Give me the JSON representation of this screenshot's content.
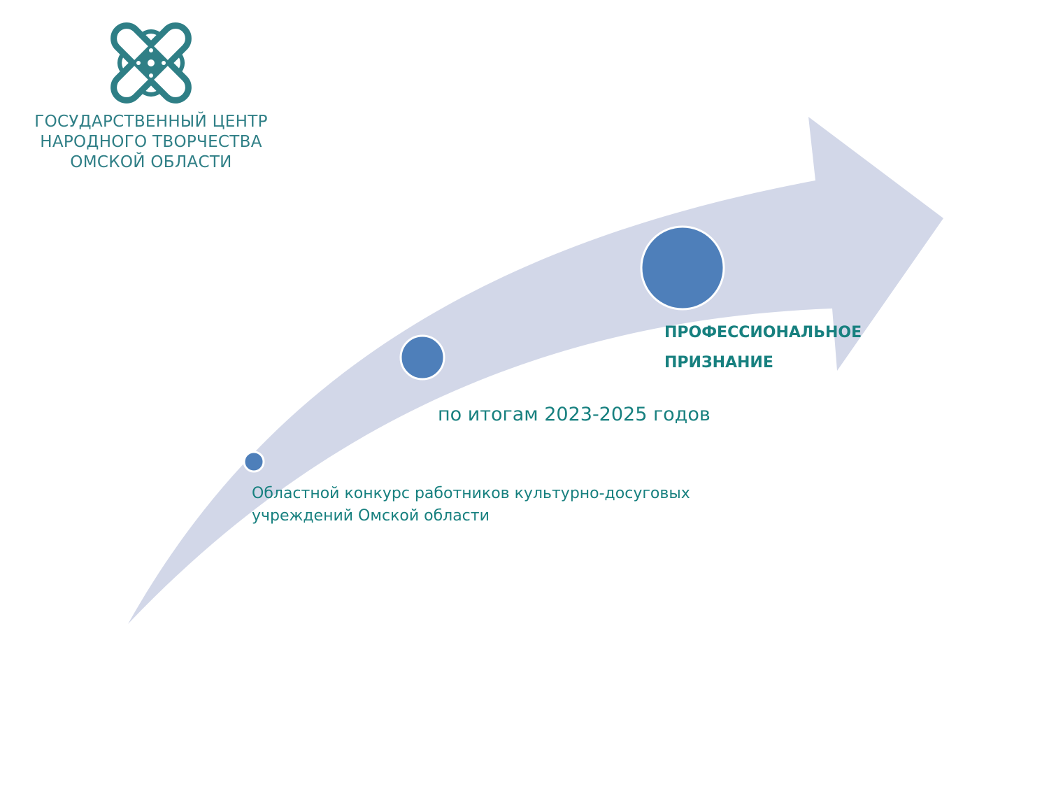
{
  "logo": {
    "emblem_icon": "knot-ornament-icon",
    "color": "#2f7f86",
    "lines": [
      "ГОСУДАРСТВЕННЫЙ ЦЕНТР",
      "НАРОДНОГО ТВОРЧЕСТВА",
      "ОМСКОЙ ОБЛАСТИ"
    ]
  },
  "arrow": {
    "fill_color": "#d2d7e8",
    "marker_color": "#4e7fba"
  },
  "steps": {
    "step1": {
      "lines": [
        "Областной конкурс работников культурно-досуговых",
        "учреждений Омской области"
      ]
    },
    "step2": {
      "text": "по итогам 2023-2025 годов"
    },
    "step3": {
      "lines": [
        "ПРОФЕССИОНАЛЬНОЕ",
        "ПРИЗНАНИЕ"
      ]
    }
  },
  "text_color": "#17807f"
}
